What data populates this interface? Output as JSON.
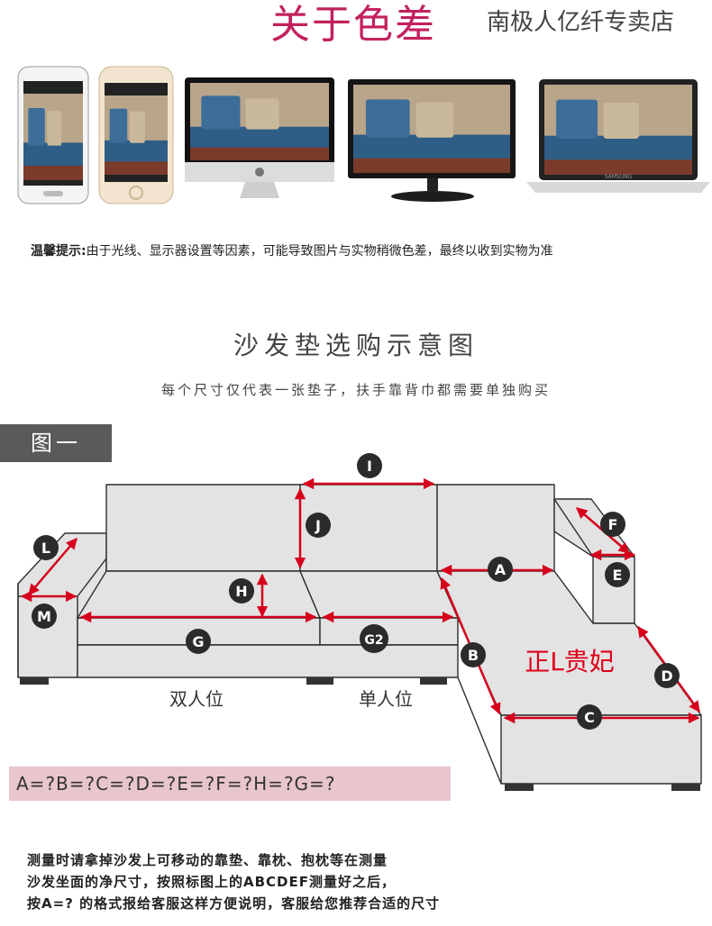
{
  "header": {
    "title": "关于色差",
    "store": "南极人亿纤专卖店"
  },
  "devices": [
    {
      "name": "phone-android"
    },
    {
      "name": "phone-iphone"
    },
    {
      "name": "imac"
    },
    {
      "name": "monitor"
    },
    {
      "name": "laptop",
      "brand": "SAMSUNG"
    }
  ],
  "tip": {
    "label": "温馨提示:",
    "text": "由于光线、显示器设置等因素，可能导致图片与实物稍微色差，最终以收到实物为准"
  },
  "guide": {
    "title": "沙发垫选购示意图",
    "subtitle": "每个尺寸仅代表一张垫子，扶手靠背巾都需要单独购买"
  },
  "figure": {
    "label": "图一",
    "markers": [
      "I",
      "J",
      "F",
      "E",
      "L",
      "M",
      "H",
      "A",
      "G",
      "G2",
      "B",
      "D",
      "C"
    ],
    "seat_double": "双人位",
    "seat_single": "单人位",
    "chaise_label": "正L贵妃"
  },
  "formula": "A=?B=?C=?D=?E=?F=?H=?G=?",
  "notes": [
    "测量时请拿掉沙发上可移动的靠垫、靠枕、抱枕等在测量",
    "沙发坐面的净尺寸，按照标图上的ABCDEF测量好之后，",
    "按A=? 的格式报给客服这样方便说明，客服给您推荐合适的尺寸"
  ],
  "colors": {
    "title": "#c3215e",
    "arrow": "#d6001c",
    "marker": "#2b2b2b",
    "sofa_fill": "#e3e3e3",
    "formula_bg": "#e8c6cb"
  }
}
